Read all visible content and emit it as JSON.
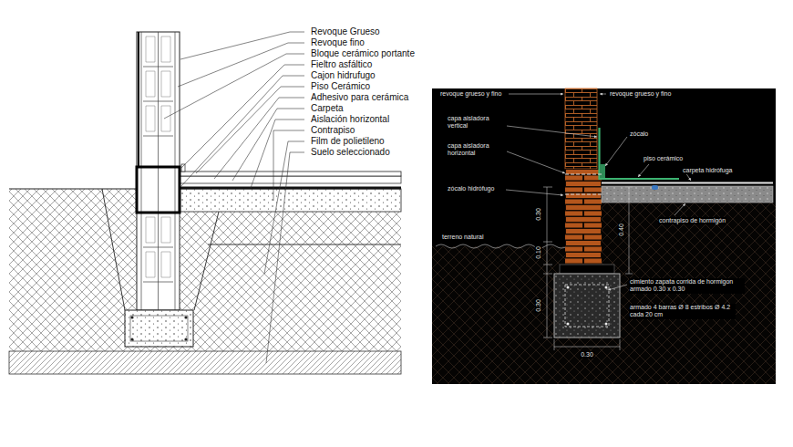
{
  "diagram": {
    "labels": [
      "Revoque Grueso",
      "Revoque fino",
      "Bloque cerámico portante",
      "Fieltro asfáltico",
      "Cajon hidrufugo",
      "Piso Cerámico",
      "Adhesivo para cerámica",
      "Carpeta",
      "Aislación horizontal",
      "Contrapiso",
      "Film de polietileno",
      "Suelo seleccionado",
      "revoque grueso y fino",
      "revoque grueso y fino",
      "capa aisladora vertical",
      "zócalo",
      "capa aisladora horizontal",
      "piso cerámico",
      "carpeta hidrófuga",
      "zócalo hidrófugo",
      "0.30",
      "0.40",
      "contrapiso de hormigón",
      "terreno natural",
      "0.10",
      "cimiento zapata corrida de hormigon armado 0.30 x 0.30",
      "0.30",
      "armado 4 barras Ø 8 estribos Ø 4.2 cada 20 cm",
      "0.30"
    ]
  }
}
